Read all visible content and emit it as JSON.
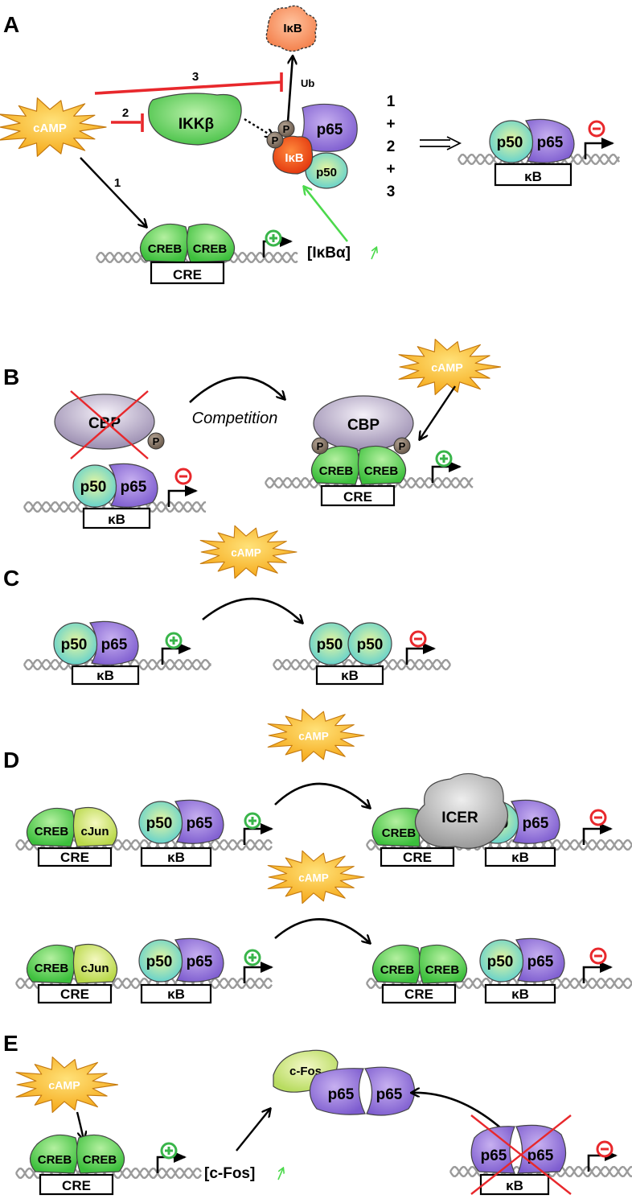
{
  "panels": {
    "a": {
      "letter": "A",
      "camp": "cAMP",
      "ikk": "IKKβ",
      "ikb_degraded": "IκB",
      "ikb": "IκB",
      "p65": "p65",
      "p50": "p50",
      "phospho": "P",
      "ub": "Ub",
      "path1": "1",
      "path2": "2",
      "path3": "3",
      "sum": [
        "1",
        "+",
        "2",
        "+",
        "3"
      ],
      "creb_left": "CREB",
      "creb_right": "CREB",
      "cre": "CRE",
      "ikba_product": "[IκBα]",
      "result_p50": "p50",
      "result_p65": "p65",
      "result_kb": "κB"
    },
    "b": {
      "letter": "B",
      "cbp_left": "CBP",
      "phospho": "P",
      "p50": "p50",
      "p65": "p65",
      "kb": "κB",
      "competition": "Competition",
      "camp": "cAMP",
      "cbp_right": "CBP",
      "creb_left": "CREB",
      "creb_right": "CREB",
      "cre": "CRE"
    },
    "c": {
      "letter": "C",
      "camp": "cAMP",
      "left_p50": "p50",
      "left_p65": "p65",
      "left_kb": "κB",
      "right_p50a": "p50",
      "right_p50b": "p50",
      "right_kb": "κB"
    },
    "d": {
      "letter": "D",
      "camp": "cAMP",
      "creb": "CREB",
      "cjun": "cJun",
      "cre": "CRE",
      "p50": "p50",
      "p65": "p65",
      "kb": "κB",
      "icer": "ICER"
    },
    "e": {
      "letter": "E",
      "camp": "cAMP",
      "creb_left": "CREB",
      "creb_right": "CREB",
      "cre": "CRE",
      "cfos_product": "[c-Fos]",
      "cfos": "c-Fos",
      "p65a": "p65",
      "p65b": "p65",
      "kb": "κB"
    }
  },
  "colors": {
    "activation_sign": "#39b54a",
    "repression_sign": "#e8282c",
    "inhibition_line": "#e8282c",
    "ikba_arrow": "#4cd94c",
    "camp_fill": "#f5b21e",
    "creb_fill": "#4cc84c",
    "p65_fill": "#8e6bd8",
    "p50_fill": "#7ed6c0",
    "ikb_fill": "#f04a1a",
    "cbp_fill": "#a89cb8",
    "icer_fill": "#a8a8a8",
    "cjun_fill": "#c8e060",
    "phospho_fill": "#7a6a5a",
    "dna": "#9a9a9a"
  }
}
